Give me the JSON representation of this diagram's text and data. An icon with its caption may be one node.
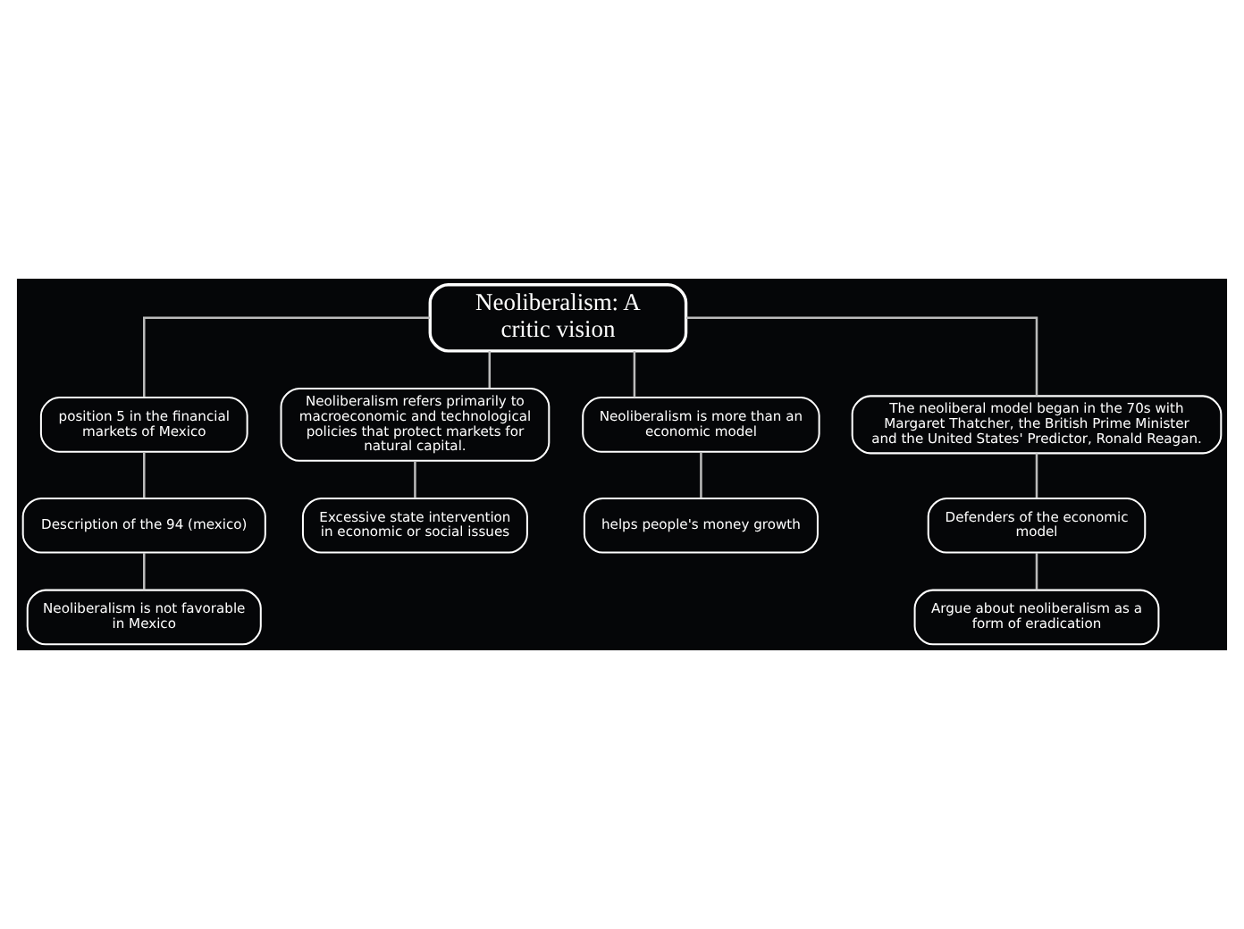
{
  "diagram": {
    "nodes": [
      {
        "text": [
          "Neoliberalism: A critic vision"
        ]
      },
      {
        "text": [
          "Description of the 94 (mexico)"
        ]
      },
      {
        "text": [
          "Neoliberalism is not favorable in Mexico"
        ]
      },
      {
        "text": [
          "position 5 in the financial markets of Mexico"
        ]
      },
      {
        "text": [
          "Neoliberalism refers primarily to macroeconomic and technological policies that protect markets for natural capital."
        ]
      },
      {
        "text": [
          "Excessive state intervention in economic or social issues"
        ]
      },
      {
        "text": [
          "Neoliberalism is more than an economic model"
        ]
      },
      {
        "text": [
          "helps people's money growth"
        ]
      },
      {
        "text": [
          "The neoliberal model began in the 70s with Margaret Thatcher, the British Prime Minister and the United States' Predictor, Ronald Reagan."
        ]
      },
      {
        "text": [
          "Defenders of the economic model"
        ]
      },
      {
        "text": [
          "Argue about neoliberalism as a form of eradication"
        ]
      }
    ],
    "edges": [
      {
        "from": 0,
        "to": 3,
        "arrow": "none"
      },
      {
        "from": 3,
        "to": 1,
        "arrow": "none"
      },
      {
        "from": 1,
        "to": 2,
        "arrow": "none"
      },
      {
        "from": 0,
        "to": 4,
        "arrow": "none"
      },
      {
        "from": 4,
        "to": 5,
        "arrow": "none"
      },
      {
        "from": 0,
        "to": 6,
        "arrow": "none"
      },
      {
        "from": 6,
        "to": 7,
        "arrow": "none"
      },
      {
        "from": 0,
        "to": 8,
        "arrow": "none"
      },
      {
        "from": 8,
        "to": 9,
        "arrow": "none"
      },
      {
        "from": 9,
        "to": 10,
        "arrow": "none"
      }
    ]
  }
}
